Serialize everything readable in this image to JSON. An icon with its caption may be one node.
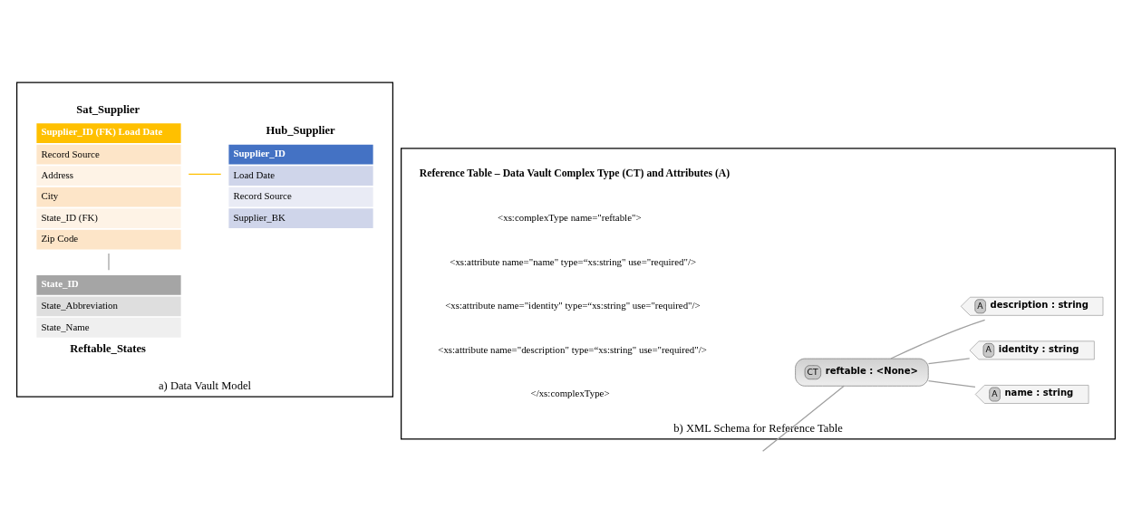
{
  "diagram": {
    "nodes": [
      {
        "text": [
          "a) Data Vault Model"
        ]
      },
      {
        "text": [
          "Sat_Supplier",
          "Supplier_ID (FK) Load Date",
          "Record Source",
          "Address",
          "City",
          "State_ID (FK)",
          "Zip Code"
        ],
        "in": 0
      },
      {
        "text": [
          "Hub_Supplier",
          "Supplier_ID",
          "Load Date",
          "Record Source",
          "Supplier_BK"
        ],
        "in": 0
      },
      {
        "text": [
          "State_ID",
          "State_Abbreviation",
          "State_Name",
          "Reftable_States"
        ],
        "in": 0
      },
      {
        "text": [
          "b) XML Schema for Reference Table"
        ]
      },
      {
        "text": [
          "CT",
          "reftable : <None>"
        ],
        "in": 4
      },
      {
        "text": [
          "A",
          "name : string"
        ],
        "in": 4
      },
      {
        "text": [
          "A",
          "identity : string"
        ],
        "in": 4
      },
      {
        "text": [
          "A",
          "description : string"
        ],
        "in": 4
      }
    ],
    "edges": [
      {
        "from": 1,
        "to": 2,
        "arrow": "none",
        "color": "#ffc000"
      },
      {
        "from": 1,
        "to": 3,
        "arrow": "none"
      },
      {
        "from": null,
        "to": 5,
        "arrow": "none"
      },
      {
        "from": 5,
        "to": 6,
        "arrow": "none"
      },
      {
        "from": 5,
        "to": 7,
        "arrow": "none"
      },
      {
        "from": 5,
        "to": 8,
        "arrow": "none"
      }
    ],
    "labels": [
      "Reference Table – Data Vault Complex Type (CT) and Attributes (A)",
      "<xs:complexType name=\"reftable\">",
      "<xs:attribute name=\"name\" type=“xs:string\" use=\"required\"/>",
      "<xs:attribute name=\"identity\" type=“xs:string\" use=\"required\"/>",
      "<xs:attribute name=\"description\" type=“xs:string\" use=\"required\"/>",
      "</xs:complexType>"
    ]
  }
}
